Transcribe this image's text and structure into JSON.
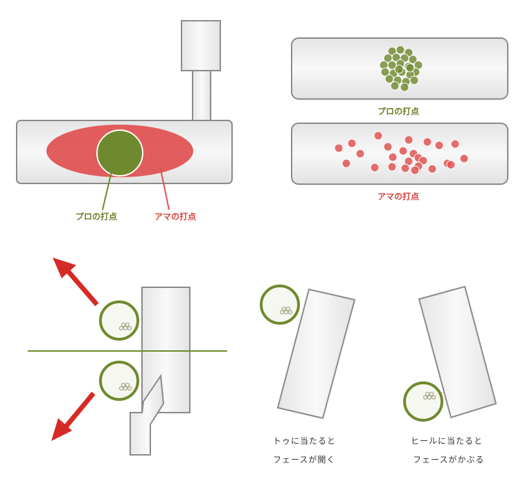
{
  "colors": {
    "pro_green": "#6f8a2e",
    "amateur_red": "#df4f4f",
    "arrow_red": "#d62a27",
    "face_gray": "#eeeeee",
    "outline_gray": "#8a8a8a",
    "label_green": "#6b7d2a",
    "label_red": "#d9413c"
  },
  "labels": {
    "pro_impact": "プロの打点",
    "amateur_impact": "アマの打点",
    "toe_line1": "トゥに当たると",
    "toe_line2": "フェースが開く",
    "heel_line1": "ヒールに当たると",
    "heel_line2": "フェースがかぶる"
  },
  "icons": {
    "arrow_up": "arrow-up-left-icon",
    "arrow_down": "arrow-down-left-icon",
    "ball": "golf-ball-icon"
  }
}
